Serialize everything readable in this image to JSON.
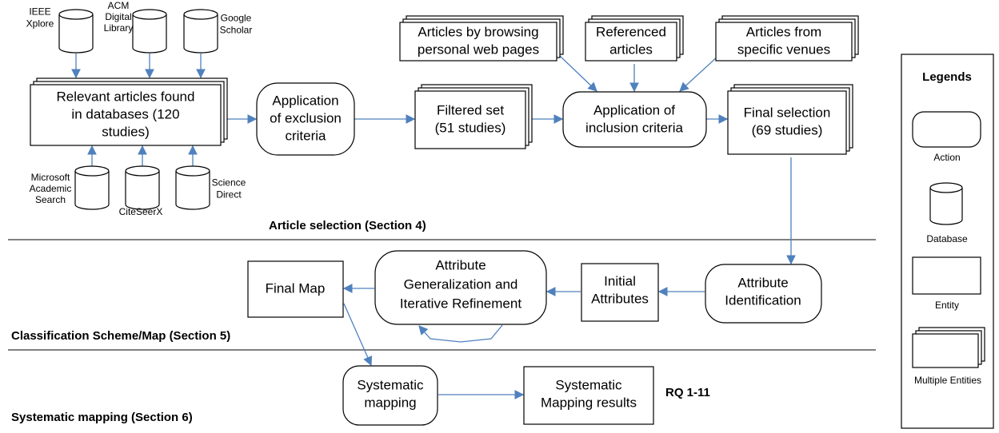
{
  "databases_top": {
    "ieee": [
      "IEEE",
      "Xplore"
    ],
    "acm": [
      "ACM",
      "Digital",
      "Library"
    ],
    "google": [
      "Google",
      "Scholar"
    ]
  },
  "databases_bottom": {
    "microsoft": [
      "Microsoft",
      "Academic",
      "Search"
    ],
    "citeseer": [
      "CiteSeerX"
    ],
    "science": [
      "Science",
      "Direct"
    ]
  },
  "boxes": {
    "relevant": [
      "Relevant articles found",
      "in databases (120",
      "studies)"
    ],
    "exclusion": [
      "Application",
      "of exclusion",
      "criteria"
    ],
    "filtered": [
      "Filtered set",
      "(51 studies)"
    ],
    "inclusion": [
      "Application of",
      "inclusion criteria"
    ],
    "final_selection": [
      "Final selection",
      "(69 studies)"
    ],
    "browsing": [
      "Articles by browsing",
      "personal web pages"
    ],
    "referenced": [
      "Referenced",
      "articles"
    ],
    "venues": [
      "Articles from",
      "specific venues"
    ],
    "attr_identification": [
      "Attribute",
      "Identification"
    ],
    "initial_attributes": [
      "Initial",
      "Attributes"
    ],
    "generalization": [
      "Attribute",
      "Generalization and",
      "Iterative Refinement"
    ],
    "final_map": [
      "Final Map"
    ],
    "sys_mapping": [
      "Systematic",
      "mapping"
    ],
    "sys_results": [
      "Systematic",
      "Mapping results"
    ]
  },
  "labels": {
    "rq": "RQ 1-11",
    "section_article": "Article selection (Section 4)",
    "section_classification": "Classification Scheme/Map (Section 5)",
    "section_mapping": "Systematic mapping (Section 6)"
  },
  "legend": {
    "title": "Legends",
    "action": "Action",
    "database": "Database",
    "entity": "Entity",
    "multiple": "Multiple Entities"
  },
  "colors": {
    "arrow": "#4f81bd",
    "stroke": "#000000"
  }
}
